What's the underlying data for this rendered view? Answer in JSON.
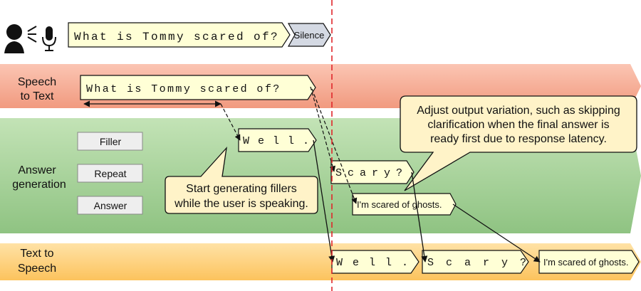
{
  "top_row": {
    "utterance": "What is Tommy scared of?",
    "silence": "Silence"
  },
  "lanes": {
    "stt": {
      "line1": "Speech",
      "line2": "to Text",
      "utterance": "What is Tommy scared of?"
    },
    "answer": {
      "line1": "Answer",
      "line2": "generation",
      "buttons": [
        "Filler",
        "Repeat",
        "Answer"
      ]
    },
    "tts": {
      "line1": "Text to",
      "line2": "Speech"
    }
  },
  "tokens": {
    "well": "Well.",
    "scary": "Scary?",
    "ghosts": "I'm scared of ghosts."
  },
  "callouts": {
    "left": {
      "line1": "Start generating fillers",
      "line2": "while the user is speaking."
    },
    "right": {
      "line1": "Adjust output variation, such as skipping",
      "line2": "clarification when the final answer is",
      "line3": "ready first due to response latency."
    }
  },
  "colors": {
    "stt_lane": "#f29a82",
    "answer_lane": "#a8d39b",
    "tts_lane": "#ffd382",
    "callout_fill": "#fff3c8",
    "token_fill": "#ffffd6",
    "silence_fill": "#d4d9e3",
    "button_fill": "#eeeeee",
    "divider": "#e0262b"
  }
}
